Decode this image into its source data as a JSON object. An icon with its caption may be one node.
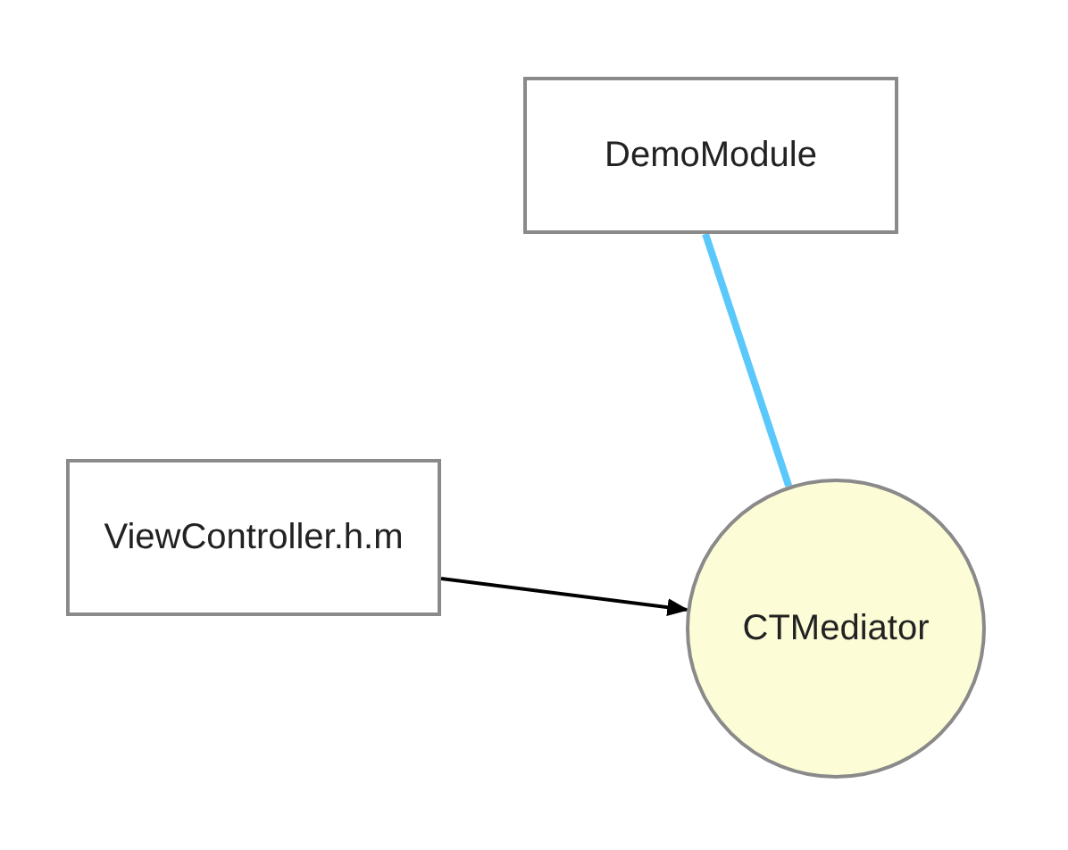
{
  "diagram": {
    "nodes": [
      {
        "text": [
          "DemoModule"
        ]
      },
      {
        "text": [
          "ViewController.h.m"
        ]
      },
      {
        "text": [
          "CTMediator"
        ]
      }
    ],
    "edges": [
      {
        "from": 0,
        "to": 2,
        "arrow": "none",
        "style": "thick",
        "color": "#5ac8fa"
      },
      {
        "from": 1,
        "to": 2,
        "arrow": "to",
        "color": "#000000"
      }
    ]
  }
}
